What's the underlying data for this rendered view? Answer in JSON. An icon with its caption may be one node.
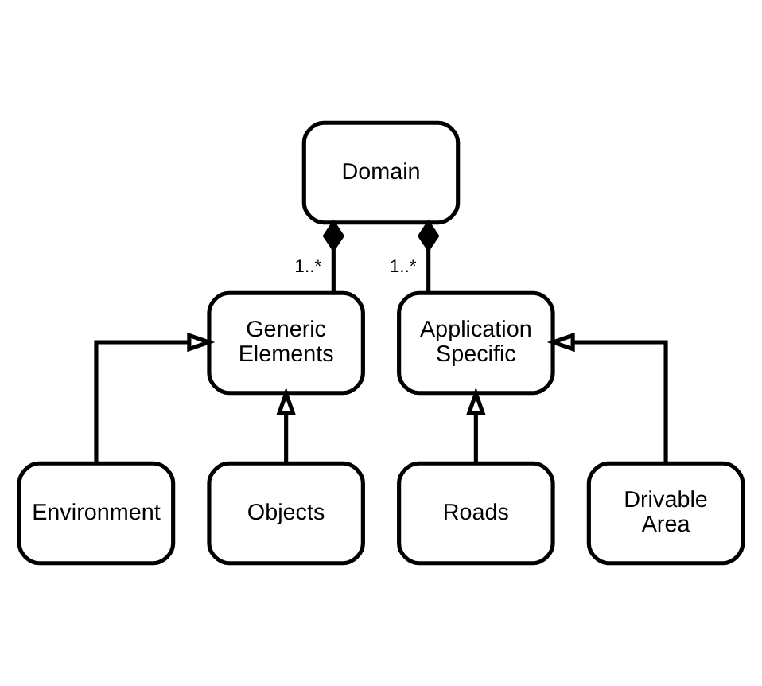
{
  "diagram": {
    "nodes": [
      {
        "text": [
          "Domain"
        ]
      },
      {
        "text": [
          "Generic Elements"
        ]
      },
      {
        "text": [
          "Application Specific"
        ]
      },
      {
        "text": [
          "Environment"
        ]
      },
      {
        "text": [
          "Objects"
        ]
      },
      {
        "text": [
          "Roads"
        ]
      },
      {
        "text": [
          "Drivable Area"
        ]
      }
    ],
    "edges": [
      {
        "from": 1,
        "to": 0,
        "arrow": "other",
        "label": "1..*"
      },
      {
        "from": 2,
        "to": 0,
        "arrow": "other",
        "label": "1..*"
      },
      {
        "from": 3,
        "to": 1,
        "arrow": "to"
      },
      {
        "from": 4,
        "to": 1,
        "arrow": "to"
      },
      {
        "from": 5,
        "to": 2,
        "arrow": "to"
      },
      {
        "from": 6,
        "to": 2,
        "arrow": "to"
      }
    ]
  }
}
